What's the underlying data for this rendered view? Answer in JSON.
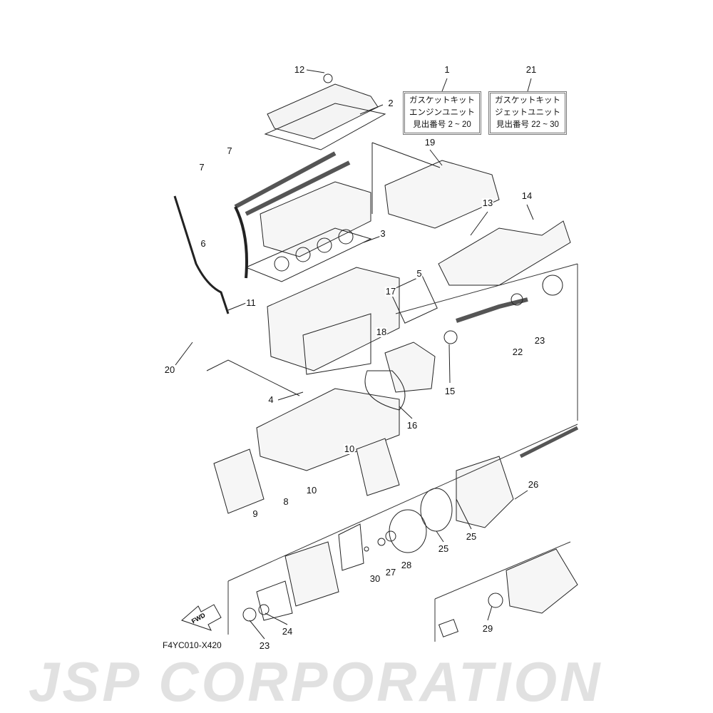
{
  "diagram_code": "F4YC010-X420",
  "watermark": "JSP CORPORATION",
  "fwd_label": "FWD",
  "kits": [
    {
      "ref": "1",
      "line1": "ガスケットキット",
      "line2": "エンジンユニット",
      "line3": "見出番号 2 ~ 20"
    },
    {
      "ref": "21",
      "line1": "ガスケットキット",
      "line2": "ジェットユニット",
      "line3": "見出番号 22 ~ 30"
    }
  ],
  "callouts": [
    "12",
    "2",
    "7",
    "7",
    "19",
    "14",
    "13",
    "6",
    "3",
    "5",
    "17",
    "11",
    "18",
    "22",
    "23",
    "20",
    "15",
    "4",
    "16",
    "10",
    "10",
    "8",
    "9",
    "26",
    "25",
    "25",
    "30",
    "27",
    "28",
    "24",
    "23",
    "29"
  ]
}
